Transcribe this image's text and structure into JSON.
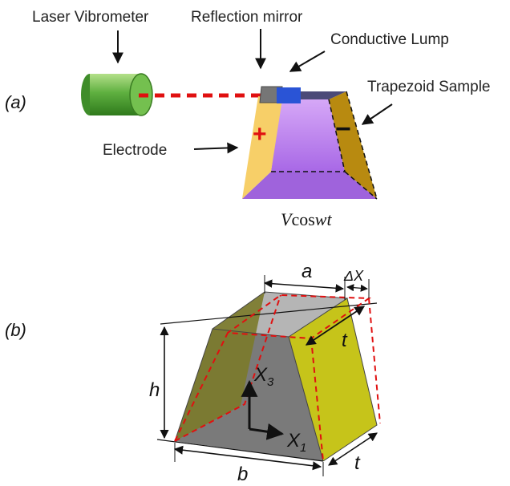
{
  "panel_a": {
    "panel_label": "(a)",
    "labels": {
      "laser_vibrometer": "Laser Vibrometer",
      "reflection_mirror": "Reflection mirror",
      "conductive_lump": "Conductive Lump",
      "trapezoid_sample": "Trapezoid Sample",
      "electrode": "Electrode",
      "plus_sign": "+",
      "minus_sign": "−"
    },
    "voltage": {
      "amplitude": "V",
      "func": "cos",
      "arg": "wt"
    }
  },
  "panel_b": {
    "panel_label": "(b)",
    "dimension_labels": {
      "a": "a",
      "delta_x": "ΔX",
      "t_top": "t",
      "h": "h",
      "b": "b",
      "t_bottom": "t"
    },
    "axes": {
      "x3": {
        "base": "X",
        "sub": "3"
      },
      "x1": {
        "base": "X",
        "sub": "1"
      }
    }
  },
  "colors": {
    "laser_beam": "#e01010",
    "dashed_deformation": "#e01010",
    "cylinder_green": "#5fb040",
    "sample_face": "#c08ef0",
    "electrode_face": "#f7cf68",
    "side_face": "#b88a10",
    "mirror": "#2a54d6",
    "conductive_lump": "#767676",
    "b_left_face": "#7b7a2a",
    "b_right_face": "#c6c41a",
    "b_top_face": "#b5b5b5",
    "b_back_face": "#8f8f8f",
    "b_bottom_face": "#6e6e6e"
  }
}
